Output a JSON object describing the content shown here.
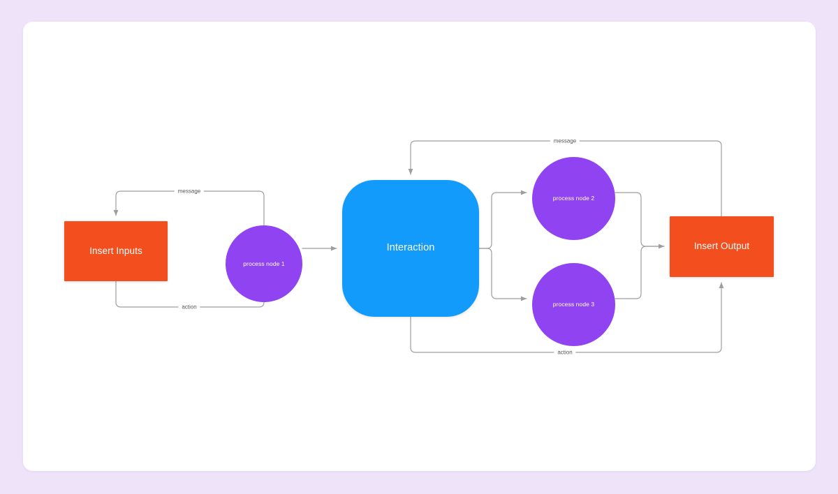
{
  "canvas": {
    "background_color": "#efe3fa",
    "card_color": "#ffffff"
  },
  "diagram": {
    "type": "flow-diagram",
    "nodes": [
      {
        "id": "insert-inputs",
        "label": "Insert Inputs",
        "shape": "rectangle",
        "color": "#f24e1e"
      },
      {
        "id": "process-node-1",
        "label": "process node 1",
        "shape": "circle",
        "color": "#9043f0"
      },
      {
        "id": "interaction",
        "label": "Interaction",
        "shape": "rounded-square",
        "color": "#139bfb"
      },
      {
        "id": "process-node-2",
        "label": "process node 2",
        "shape": "circle",
        "color": "#9043f0"
      },
      {
        "id": "process-node-3",
        "label": "process node 3",
        "shape": "circle",
        "color": "#9043f0"
      },
      {
        "id": "insert-output",
        "label": "Insert Output",
        "shape": "rectangle",
        "color": "#f24e1e"
      }
    ],
    "edge_labels": {
      "message_left": "message",
      "action_left": "action",
      "message_right": "message",
      "action_right": "action"
    },
    "edges": [
      {
        "from": "process-node-1",
        "to": "insert-inputs",
        "label": "message"
      },
      {
        "from": "insert-inputs",
        "to": "process-node-1",
        "label": "action"
      },
      {
        "from": "process-node-1",
        "to": "interaction",
        "label": ""
      },
      {
        "from": "interaction",
        "to": "process-node-2",
        "label": ""
      },
      {
        "from": "interaction",
        "to": "process-node-3",
        "label": ""
      },
      {
        "from": "process-node-2",
        "to": "insert-output",
        "label": ""
      },
      {
        "from": "process-node-3",
        "to": "insert-output",
        "label": ""
      },
      {
        "from": "insert-output",
        "to": "interaction",
        "label": "message"
      },
      {
        "from": "interaction",
        "to": "insert-output",
        "label": "action"
      }
    ],
    "edge_color": "#9e9e9e"
  }
}
